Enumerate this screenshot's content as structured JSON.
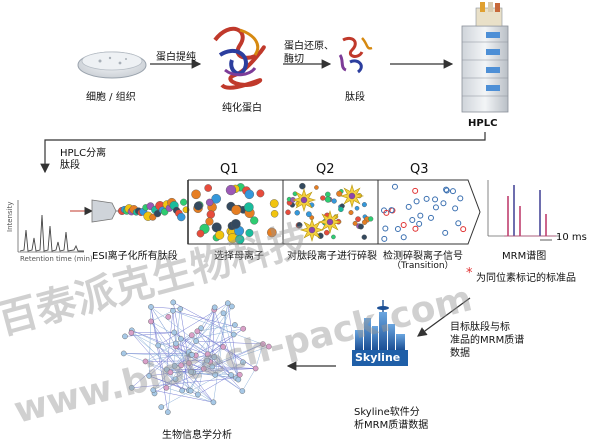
{
  "workflow": {
    "step1_label": "细胞 / 组织",
    "arrow1_label": "蛋白提纯",
    "step2_label": "纯化蛋白",
    "arrow2_label_line1": "蛋白还原、",
    "arrow2_label_line2": "酶切",
    "step3_label": "肽段",
    "step4_label": "HPLC",
    "hplc_sep_line1": "HPLC分离",
    "hplc_sep_line2": "肽段"
  },
  "ms_stage": {
    "chromatogram_ylabel": "Intensity",
    "chromatogram_xlabel": "Retention time (min)",
    "esi_label": "ESI离子化所有肽段",
    "q1_title": "Q1",
    "q2_title": "Q2",
    "q3_title": "Q3",
    "q1_caption": "选择母离子",
    "q2_caption": "对肽段离子进行碎裂",
    "q3_caption_line1": "检测碎裂离子信号",
    "q3_caption_line2": "（Transition）",
    "mrm_caption": "MRM谱图",
    "time_scale": "10 ms",
    "legend_star": "*",
    "legend_text": "为同位素标记的标准品"
  },
  "analysis": {
    "data_label_line1": "目标肽段与标",
    "data_label_line2": "准品的MRM质谱",
    "data_label_line3": "数据",
    "skyline_logo": "Skyline",
    "skyline_caption_line1": "Skyline软件分",
    "skyline_caption_line2": "析MRM质谱数据",
    "bio_caption": "生物信息学分析"
  },
  "watermark": {
    "line1": "百泰派克生物科技",
    "line2": "www.biotech-pack.com"
  },
  "colors": {
    "arrow": "#333333",
    "skyline_blue": "#1f5fa8",
    "star_red": "#e03030",
    "mrm_peak": "#c04070"
  }
}
